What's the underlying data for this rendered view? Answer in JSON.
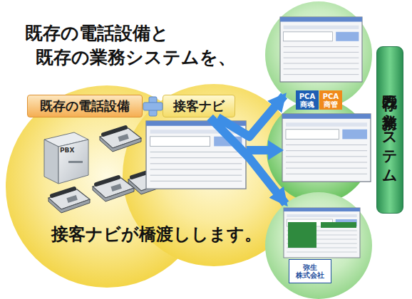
{
  "diagram": {
    "title": "既存の電話設備と 既存の業務システムを、",
    "nodes": [
      {
        "text": [
          "既存の電話設備"
        ]
      },
      {
        "text": [
          "接客ナビ"
        ]
      },
      {
        "text": [
          "PCA 商魂",
          "PCA 商管"
        ]
      },
      {
        "text": [
          "弥生 株式会社"
        ]
      },
      {
        "text": [
          "既存の業務システム"
        ]
      }
    ],
    "edges": [
      {
        "from": 1,
        "to": 2,
        "arrow": "to"
      },
      {
        "from": 1,
        "to": 3,
        "arrow": "to"
      }
    ],
    "labels": [
      "PBX",
      "接客ナビが橋渡しします。"
    ]
  }
}
